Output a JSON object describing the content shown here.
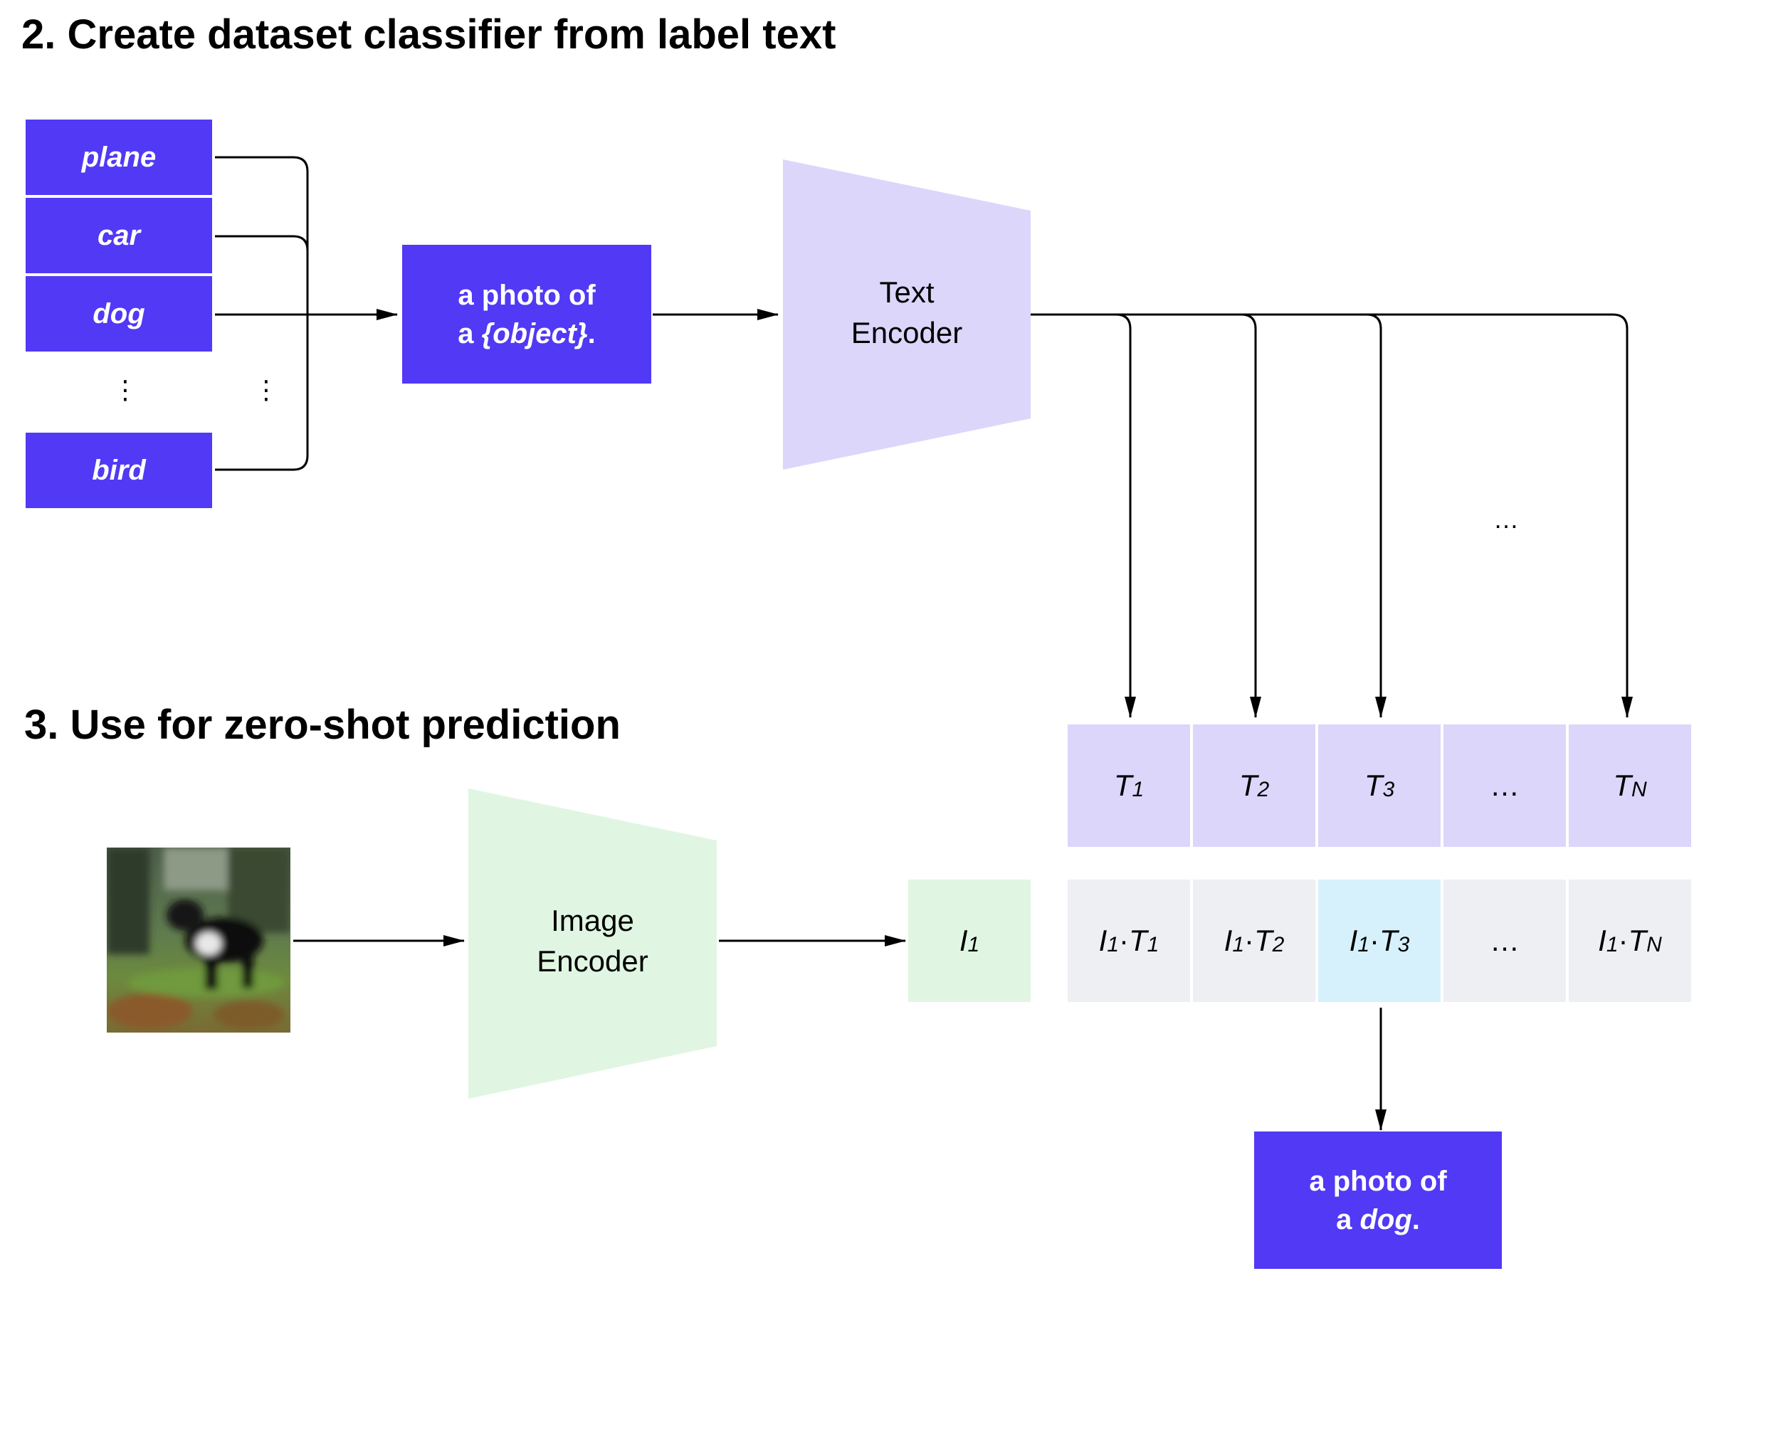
{
  "section2": {
    "title": "2. Create dataset classifier from label text"
  },
  "section3": {
    "title": "3. Use for zero-shot prediction"
  },
  "labels": [
    "plane",
    "car",
    "dog",
    "bird"
  ],
  "label_ellipsis": "⋮",
  "template": {
    "line1": "a photo of",
    "line2_prefix": "a ",
    "object": "{object}",
    "suffix": "."
  },
  "text_encoder": {
    "line1": "Text",
    "line2": "Encoder"
  },
  "image_encoder": {
    "line1": "Image",
    "line2": "Encoder"
  },
  "text_embeddings": [
    {
      "base": "T",
      "sub": "1"
    },
    {
      "base": "T",
      "sub": "2"
    },
    {
      "base": "T",
      "sub": "3"
    },
    {
      "base": "…",
      "sub": ""
    },
    {
      "base": "T",
      "sub": "N"
    }
  ],
  "image_embedding": {
    "base": "I",
    "sub": "1"
  },
  "products": [
    {
      "a": "I",
      "asub": "1",
      "b": "T",
      "bsub": "1",
      "highlight": false
    },
    {
      "a": "I",
      "asub": "1",
      "b": "T",
      "bsub": "2",
      "highlight": false
    },
    {
      "a": "I",
      "asub": "1",
      "b": "T",
      "bsub": "3",
      "highlight": true
    },
    {
      "a": "…",
      "asub": "",
      "b": "",
      "bsub": "",
      "highlight": false
    },
    {
      "a": "I",
      "asub": "1",
      "b": "T",
      "bsub": "N",
      "highlight": false
    }
  ],
  "arrow_ellipsis": "…",
  "prediction": {
    "line1": "a photo of",
    "line2_prefix": "a ",
    "object": "dog",
    "suffix": "."
  },
  "colors": {
    "label_box": "#5139f5",
    "text_encoder": "#dcd6fb",
    "image_encoder": "#e0f6e2",
    "product_cell": "#eeeff2",
    "highlight_cell": "#d6f1fb"
  },
  "image": {
    "subject": "dog-photo"
  }
}
